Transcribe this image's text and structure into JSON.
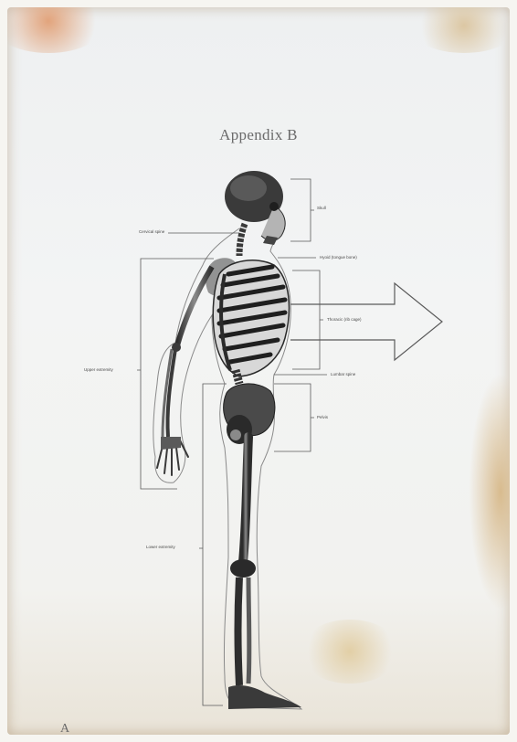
{
  "page": {
    "title": "Appendix B",
    "page_number": "A"
  },
  "figure": {
    "subject": "skeleton-side-view",
    "labels": {
      "skull": "Skull",
      "cervical_spine": "Cervical spine",
      "hyoid": "Hyoid (tongue bone)",
      "thoracic_rib_cage": "Thoracic (rib cage)",
      "lumbar_spine": "Lumbar spine",
      "pelvis": "Pelvis",
      "upper_arm": "Upper extremity",
      "lower_extremity": "Lower extremity"
    }
  },
  "colors": {
    "paper": "#f0f1f1",
    "stain": "#d9b98f",
    "bone_dark": "#2e2e2e",
    "bone_light": "#cfcfcf",
    "line": "#5a5a5a"
  }
}
